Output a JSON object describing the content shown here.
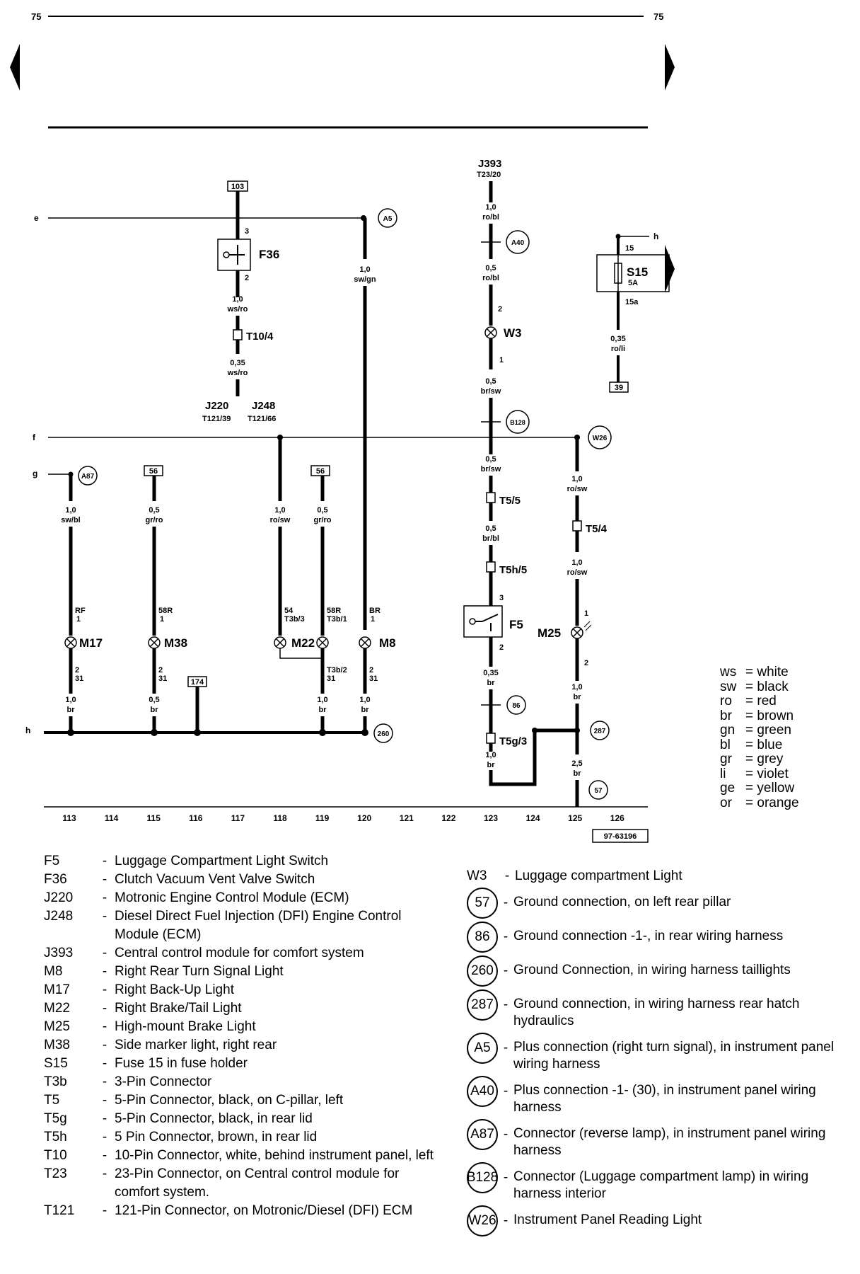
{
  "page": {
    "number_left": "75",
    "number_right": "75",
    "doc_ref": "97-63196"
  },
  "columns": [
    "113",
    "114",
    "115",
    "116",
    "117",
    "118",
    "119",
    "120",
    "121",
    "122",
    "123",
    "124",
    "125",
    "126"
  ],
  "busses": {
    "e": "e",
    "f": "f",
    "g": "g",
    "h": "h"
  },
  "components": {
    "F36": "F36",
    "F5": "F5",
    "S15": "S15",
    "S15_rating": "5A",
    "W3": "W3",
    "M17": "M17",
    "M38": "M38",
    "M22": "M22",
    "M8": "M8",
    "M25": "M25",
    "T10_4": "T10/4",
    "T5_5": "T5/5",
    "T5h_5": "T5h/5",
    "T5_4": "T5/4",
    "T5g_3": "T5g/3",
    "J220": "J220",
    "J220_pin": "T121/39",
    "J248": "J248",
    "J248_pin": "T121/66",
    "J393": "J393",
    "J393_pin": "T23/20"
  },
  "connections": {
    "c103": "103",
    "c56a": "56",
    "c56b": "56",
    "c174": "174",
    "c39": "39"
  },
  "grounds": {
    "A5": "A5",
    "A40": "A40",
    "B128": "B128",
    "W26": "W26",
    "A87": "A87",
    "n86": "86",
    "n287": "287",
    "n260": "260",
    "n57": "57"
  },
  "wires": {
    "f36_top_pin": "3",
    "f36_bot_pin": "2",
    "w1_size": "1,0",
    "w1_color": "ws/ro",
    "w2_size": "0,35",
    "w2_color": "ws/ro",
    "a5_size": "1,0",
    "a5_color": "sw/gn",
    "j393_size": "1,0",
    "j393_color": "ro/bl",
    "w3a_size": "0,5",
    "w3a_color": "ro/bl",
    "w3_pin_top": "2",
    "w3_pin_bot": "1",
    "w3b_size": "0,5",
    "w3b_color": "br/sw",
    "t55_size": "0,5",
    "t55_color": "br/sw",
    "t5h_size": "0,5",
    "t5h_color": "br/bl",
    "f5_top_pin": "3",
    "f5_bot_pin": "2",
    "f5b_size": "0,35",
    "f5b_color": "br",
    "t5g_size": "1,0",
    "t5g_color": "br",
    "s15_in": "15",
    "s15_out": "15a",
    "s15w_size": "0,35",
    "s15w_color": "ro/li",
    "w26a_size": "1,0",
    "w26a_color": "ro/sw",
    "w26b_size": "1,0",
    "w26b_color": "ro/sw",
    "m25_pin_top": "1",
    "m25_pin_bot": "2",
    "m25w_size": "1,0",
    "m25w_color": "br",
    "gnd_size": "2,5",
    "gnd_color": "br",
    "m17_size": "1,0",
    "m17_color": "sw/bl",
    "m17_pin": "RF",
    "m17_p1": "1",
    "m38_size": "0,5",
    "m38_color": "gr/ro",
    "m38_pin": "58R",
    "m38_p1": "1",
    "m22a_size": "1,0",
    "m22a_color": "ro/sw",
    "m22a_pin": "54",
    "m22a_conn": "T3b/3",
    "m22b_size": "0,5",
    "m22b_color": "gr/ro",
    "m22b_pin": "58R",
    "m22b_conn": "T3b/1",
    "m8_pin": "BR",
    "m8_p1": "1",
    "bot_p2": "2",
    "bot_p31": "31",
    "t3b2": "T3b/2",
    "m17g_size": "1,0",
    "m17g_color": "br",
    "m38g_size": "0,5",
    "m38g_color": "br",
    "m22g_size": "1,0",
    "m22g_color": "br",
    "m8g_size": "1,0",
    "m8g_color": "br"
  },
  "color_codes": [
    {
      "abbr": "ws",
      "name": "= white"
    },
    {
      "abbr": "sw",
      "name": "= black"
    },
    {
      "abbr": "ro",
      "name": "= red"
    },
    {
      "abbr": "br",
      "name": "= brown"
    },
    {
      "abbr": "gn",
      "name": "= green"
    },
    {
      "abbr": "bl",
      "name": "= blue"
    },
    {
      "abbr": "gr",
      "name": "= grey"
    },
    {
      "abbr": "li",
      "name": "= violet"
    },
    {
      "abbr": "ge",
      "name": "= yellow"
    },
    {
      "abbr": "or",
      "name": "= orange"
    }
  ],
  "legend_left": [
    {
      "code": "F5",
      "desc": "Luggage Compartment Light Switch"
    },
    {
      "code": "F36",
      "desc": "Clutch Vacuum Vent Valve Switch"
    },
    {
      "code": "J220",
      "desc": "Motronic Engine Control Module (ECM)"
    },
    {
      "code": "J248",
      "desc": "Diesel Direct Fuel Injection (DFI) Engine Control Module (ECM)"
    },
    {
      "code": "J393",
      "desc": "Central control module for comfort system"
    },
    {
      "code": "M8",
      "desc": "Right Rear Turn Signal Light"
    },
    {
      "code": "M17",
      "desc": "Right Back-Up Light"
    },
    {
      "code": "M22",
      "desc": "Right Brake/Tail Light"
    },
    {
      "code": "M25",
      "desc": "High-mount Brake Light"
    },
    {
      "code": "M38",
      "desc": "Side marker light, right rear"
    },
    {
      "code": "S15",
      "desc": "Fuse 15 in fuse holder"
    },
    {
      "code": "T3b",
      "desc": "3-Pin Connector"
    },
    {
      "code": "T5",
      "desc": "5-Pin Connector, black, on C-pillar, left"
    },
    {
      "code": "T5g",
      "desc": "5-Pin Connector, black, in rear lid"
    },
    {
      "code": "T5h",
      "desc": "5 Pin Connector, brown, in rear lid"
    },
    {
      "code": "T10",
      "desc": "10-Pin Connector, white, behind instrument panel, left"
    },
    {
      "code": "T23",
      "desc": "23-Pin Connector, on Central control module for comfort system."
    },
    {
      "code": "T121",
      "desc": "121-Pin Connector, on Motronic/Diesel (DFI) ECM"
    }
  ],
  "legend_right": [
    {
      "code": "W3",
      "desc": "Luggage compartment Light",
      "circle": false
    },
    {
      "code": "57",
      "desc": "Ground connection, on left rear pillar",
      "circle": true
    },
    {
      "code": "86",
      "desc": "Ground connection -1-, in rear wiring harness",
      "circle": true
    },
    {
      "code": "260",
      "desc": "Ground Connection, in wiring harness taillights",
      "circle": true
    },
    {
      "code": "287",
      "desc": "Ground connection, in wiring harness rear hatch hydraulics",
      "circle": true
    },
    {
      "code": "A5",
      "desc": "Plus connection (right turn signal), in instrument panel wiring harness",
      "circle": true
    },
    {
      "code": "A40",
      "desc": "Plus connection -1- (30), in instrument panel wiring harness",
      "circle": true
    },
    {
      "code": "A87",
      "desc": "Connector (reverse lamp), in instrument panel wiring harness",
      "circle": true
    },
    {
      "code": "B128",
      "desc": "Connector (Luggage compartment lamp) in wiring harness interior",
      "circle": true
    },
    {
      "code": "W26",
      "desc": "Instrument Panel Reading Light",
      "circle": true
    }
  ]
}
